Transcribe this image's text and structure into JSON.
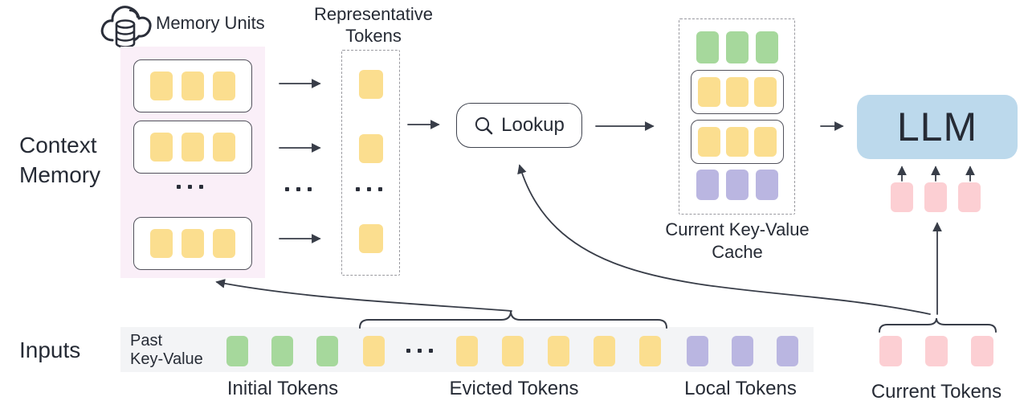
{
  "colors": {
    "yellow": "#FBDE8F",
    "green": "#A6D89C",
    "purple": "#BAB6E1",
    "pink": "#FCCFD3",
    "blue": "#BCD9EC",
    "dark": "#2A2E39",
    "memory_bg": "#FAEFF8",
    "inputs_bg": "#F3F4F6",
    "text": "#262B35"
  },
  "icons": {
    "memory": "cloud-database-icon",
    "lookup": "magnifier-icon"
  },
  "labels": {
    "memory_units": "Memory Units",
    "context_memory_line1": "Context",
    "context_memory_line2": "Memory",
    "representative_line1": "Representative",
    "representative_line2": "Tokens",
    "lookup": "Lookup",
    "cache_line1": "Current Key-Value",
    "cache_line2": "Cache",
    "llm": "LLM",
    "inputs": "Inputs",
    "past_kv_line1": "Past",
    "past_kv_line2": "Key-Value",
    "initial_tokens": "Initial Tokens",
    "evicted_tokens": "Evicted Tokens",
    "local_tokens": "Local Tokens",
    "current_tokens": "Current Tokens"
  },
  "groups": {
    "memory_unit_rows": 3,
    "memory_unit": {
      "color": "yellow",
      "count": 3
    },
    "representative": {
      "color": "yellow",
      "count": 3
    },
    "cache_rows": [
      {
        "color": "green",
        "count": 3,
        "boxed": false
      },
      {
        "color": "yellow",
        "count": 3,
        "boxed": true
      },
      {
        "color": "yellow",
        "count": 3,
        "boxed": true
      },
      {
        "color": "purple",
        "count": 3,
        "boxed": false
      }
    ],
    "inputs_initial": {
      "color": "green",
      "count": 3
    },
    "inputs_evicted_head": {
      "color": "yellow",
      "count": 1
    },
    "inputs_evicted_tail": {
      "color": "yellow",
      "count": 5
    },
    "inputs_local": {
      "color": "purple",
      "count": 3
    },
    "llm_feed": {
      "color": "pink",
      "count": 3
    },
    "current": {
      "color": "pink",
      "count": 3
    },
    "ellipsis": {
      "color": "dark",
      "count": 3
    }
  }
}
